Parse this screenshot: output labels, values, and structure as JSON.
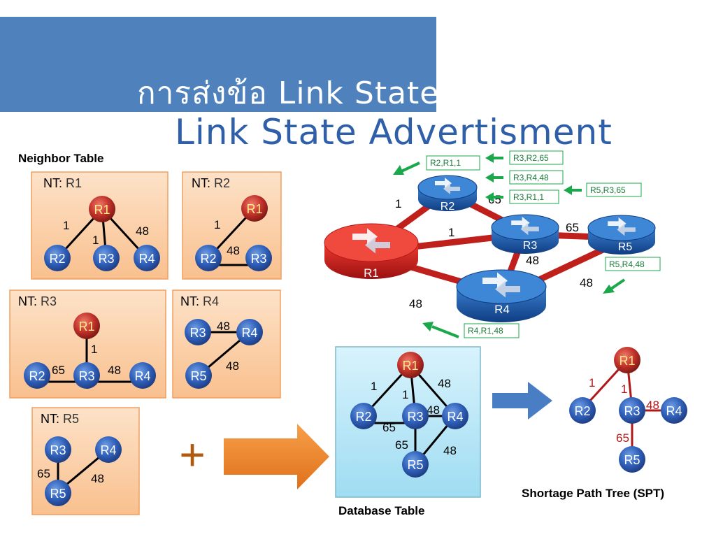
{
  "header": {
    "title_thai": "การส่งข้อ Link State",
    "title_main": "Link State Advertisment"
  },
  "captions": {
    "neighbor_table": "Neighbor Table",
    "database_table": "Database Table",
    "spt": "Shortage Path Tree (SPT)",
    "plus": "+"
  },
  "colors": {
    "header": "#4f81bd",
    "panel": "#fcd5b4",
    "panel_border": "#f0a060",
    "node_blue": "#2f5fb8",
    "node_red": "#c0302a",
    "link_red": "#c0201c",
    "lsa_green": "#1aa84a",
    "db_panel": "#b7e7f7",
    "orange_arrow": "#ed7d31",
    "blue_arrow": "#4a7ec4"
  },
  "neighbor_tables": [
    {
      "prefix": "NT:",
      "router": "R1",
      "nodes": [
        "R1",
        "R2",
        "R3",
        "R4"
      ],
      "costs": [
        "1",
        "1",
        "48"
      ]
    },
    {
      "prefix": "NT:",
      "router": "R2",
      "nodes": [
        "R1",
        "R2",
        "R3"
      ],
      "costs": [
        "1",
        "48"
      ]
    },
    {
      "prefix": "NT:",
      "router": "R3",
      "nodes": [
        "R1",
        "R2",
        "R3",
        "R4"
      ],
      "costs": [
        "1",
        "65",
        "48"
      ]
    },
    {
      "prefix": "NT:",
      "router": "R4",
      "nodes": [
        "R3",
        "R4",
        "R5"
      ],
      "costs": [
        "48",
        "48"
      ]
    },
    {
      "prefix": "NT:",
      "router": "R5",
      "nodes": [
        "R3",
        "R4",
        "R5"
      ],
      "costs": [
        "65",
        "48"
      ]
    }
  ],
  "topology": {
    "routers": [
      "R1",
      "R2",
      "R3",
      "R4",
      "R5"
    ],
    "costs": [
      "1",
      "65",
      "1",
      "65",
      "48",
      "48",
      "48"
    ],
    "lsa": [
      "R2,R1,1",
      "R3,R2,65",
      "R3,R4,48",
      "R3,R1,1",
      "R5,R3,65",
      "R5,R4,48",
      "R4,R1,48"
    ]
  },
  "database": {
    "nodes": [
      "R1",
      "R2",
      "R3",
      "R4",
      "R5"
    ],
    "costs": [
      "1",
      "1",
      "48",
      "65",
      "48",
      "65",
      "48"
    ]
  },
  "spt": {
    "nodes": [
      "R1",
      "R2",
      "R3",
      "R4",
      "R5"
    ],
    "costs": [
      "1",
      "1",
      "48",
      "65"
    ]
  }
}
